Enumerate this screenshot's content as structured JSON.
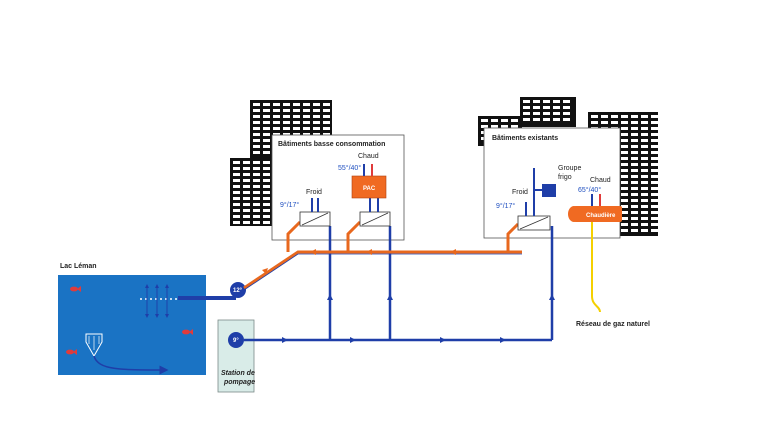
{
  "labels": {
    "lake": "Lac Léman",
    "station_line1": "Station de",
    "station_line2": "pompage",
    "buildings_low": "Bâtiments basse consommation",
    "buildings_existing": "Bâtiments existants",
    "gas_network": "Réseau de gaz naturel",
    "froid_low": "Froid",
    "froid_existing": "Froid",
    "temp_cold_low": "9°/17°",
    "temp_cold_existing": "9°/17°",
    "chaud_low": "Chaud",
    "temp_hot_low": "55°/40°",
    "chaud_existing": "Chaud",
    "temp_hot_existing": "65°/40°",
    "pac": "PAC",
    "groupe_frigo_line1": "Groupe",
    "groupe_frigo_line2": "frigo",
    "chaudiere": "Chaudière",
    "pump_return": "12°",
    "pump_supply": "9°"
  },
  "colors": {
    "lake": "#1a73c4",
    "pipe_blue": "#1f3ea8",
    "pipe_orange": "#e8681e",
    "equipment_orange": "#f06a22",
    "gas_line": "#f5d000",
    "station": "#d9ece8",
    "fish": "#e03b3b",
    "building": "#111111"
  }
}
